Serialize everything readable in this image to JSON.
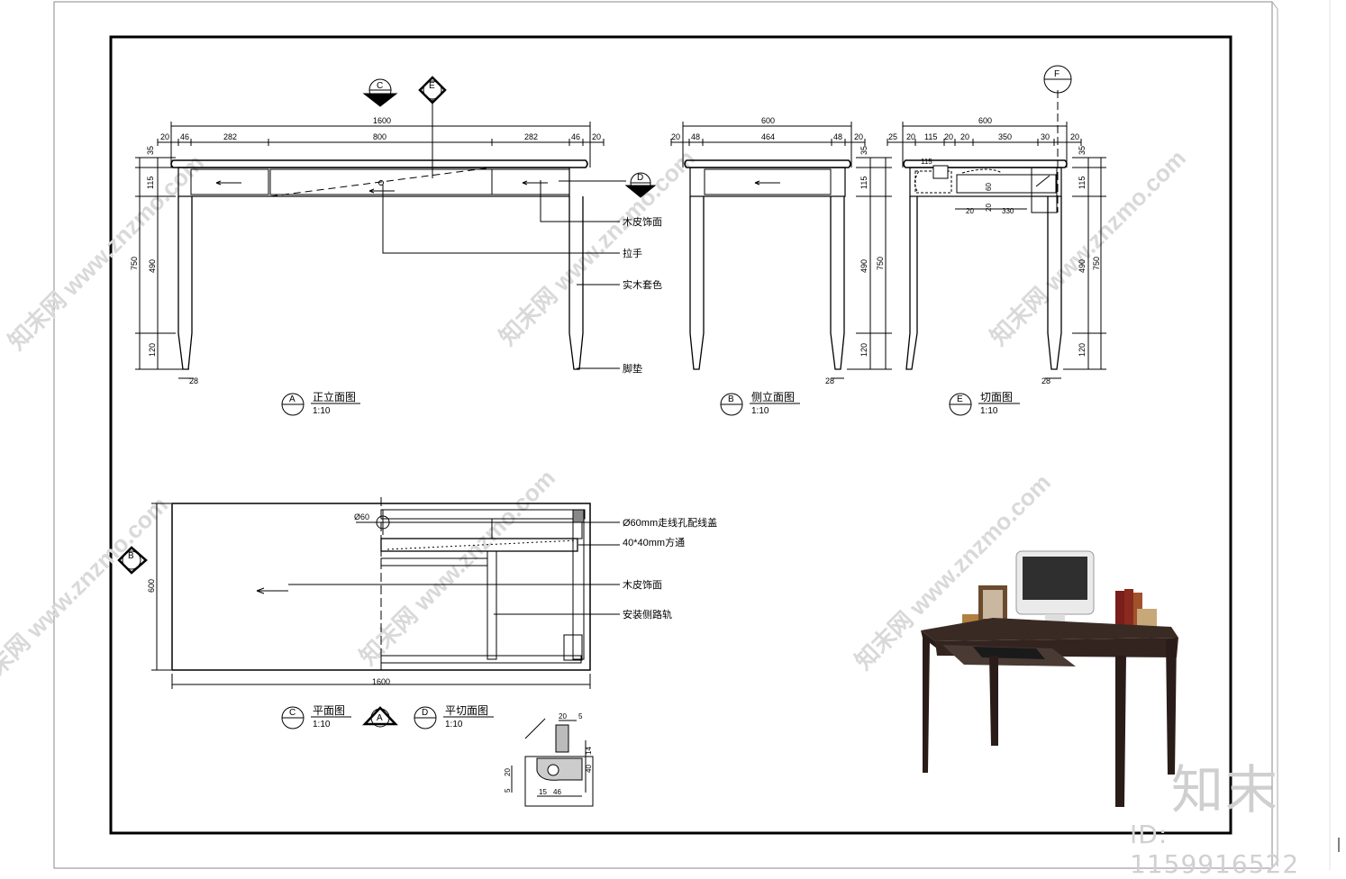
{
  "front": {
    "total_width": "1600",
    "segments": [
      "20",
      "46",
      "282",
      "800",
      "282",
      "46",
      "20"
    ],
    "left_dims": [
      "35",
      "115",
      "750",
      "490",
      "120"
    ],
    "leg_dim": "28",
    "callouts": [
      "木皮饰面",
      "拉手",
      "实木套色",
      "脚垫"
    ],
    "title_tag": "A",
    "title": "正立面图",
    "scale": "1:10",
    "markers": [
      "C",
      "E",
      "D"
    ]
  },
  "side": {
    "total_width": "600",
    "segments": [
      "20",
      "48",
      "464",
      "48",
      "20"
    ],
    "right_dims": [
      "35",
      "115",
      "490",
      "750",
      "120"
    ],
    "leg_dim": "28",
    "title_tag": "B",
    "title": "侧立面图",
    "scale": "1:10"
  },
  "section": {
    "total_width": "600",
    "segments": [
      "25",
      "20",
      "115",
      "20",
      "20",
      "350",
      "30",
      "20"
    ],
    "right_dims": [
      "35",
      "115",
      "490",
      "750",
      "120"
    ],
    "inner_dims": [
      "115",
      "60",
      "20",
      "20",
      "330"
    ],
    "leg_dim": "28",
    "marker": "F",
    "title_tag": "E",
    "title": "切面图",
    "scale": "1:10"
  },
  "plan": {
    "depth": "600",
    "width": "1600",
    "hole": "Ø60",
    "marker": "B",
    "callouts": [
      "Ø60mm走线孔配线盖",
      "40*40mm方通",
      "木皮饰面",
      "安装侧路轨"
    ],
    "title_tag": "C",
    "title": "平面图",
    "scale": "1:10",
    "mid_marker": "A",
    "section_tag": "D",
    "section_title": "平切面图",
    "section_scale": "1:10"
  },
  "detail": {
    "dims": [
      "20",
      "5",
      "14",
      "40",
      "5",
      "20",
      "15",
      "46"
    ]
  },
  "brand": {
    "text": "知末",
    "id": "ID: 1159916522"
  },
  "watermark": "知末网 www.znzmo.com",
  "colors": {
    "line": "#000000",
    "desk": "#3a2a24",
    "watermark": "#d9d9d9"
  }
}
